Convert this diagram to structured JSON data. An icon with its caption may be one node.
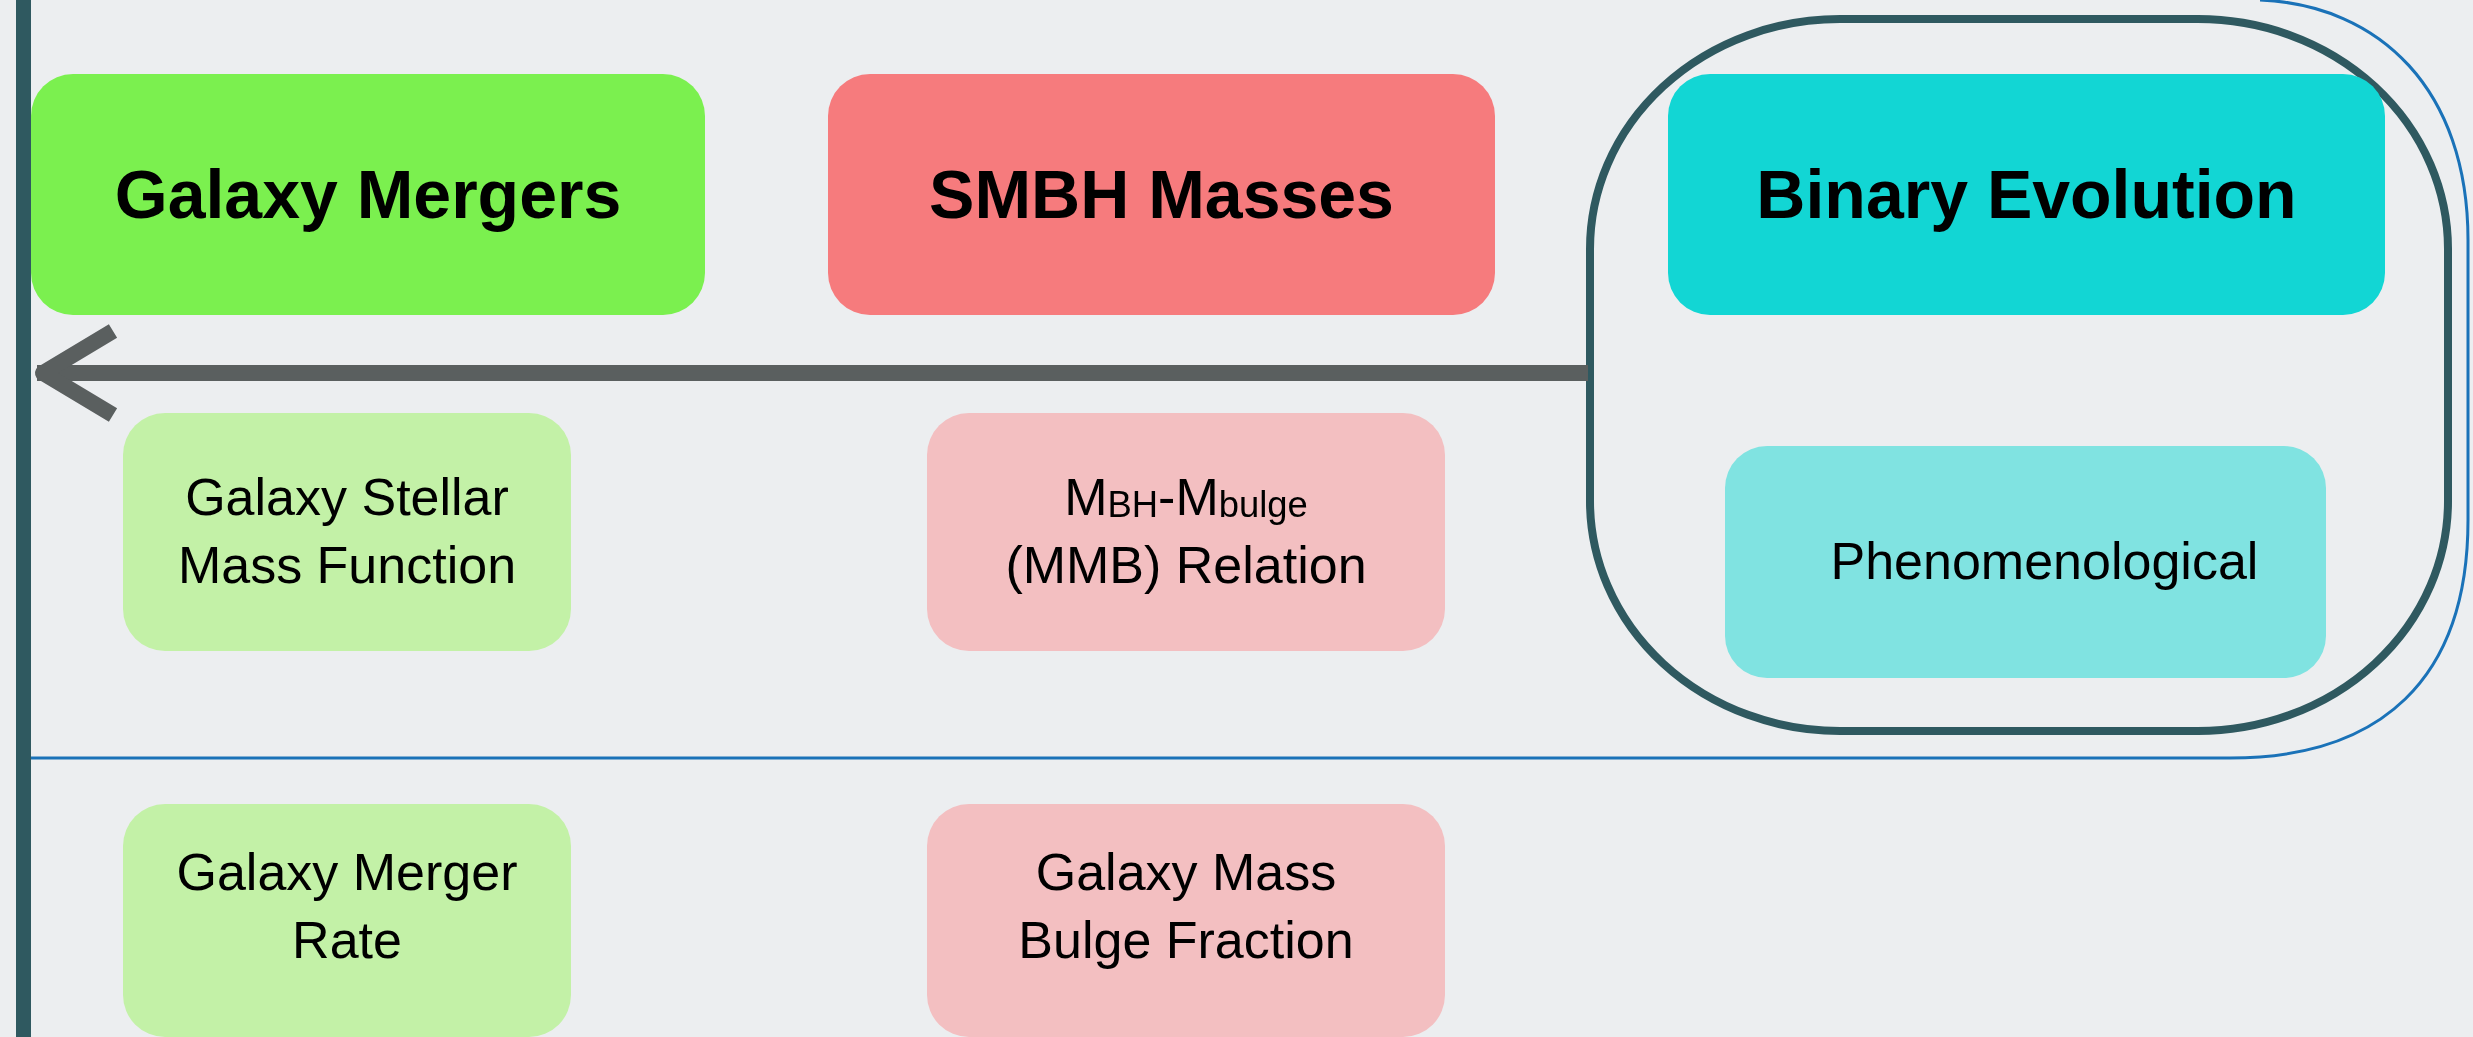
{
  "diagram": {
    "nodes": [
      {
        "text": [],
        "shape": "bar"
      },
      {
        "text": [
          "Galaxy Mergers"
        ]
      },
      {
        "text": [
          "SMBH Masses"
        ]
      },
      {
        "text": [],
        "shape": "box"
      },
      {
        "text": [
          "Binary Evolution"
        ],
        "in": 3
      },
      {
        "text": [
          "Galaxy Stellar Mass Function"
        ]
      },
      {
        "text": [
          "M$_{BH}$-M$_{bulge}$ (MMB) Relation"
        ]
      },
      {
        "text": [
          "Phenomenological"
        ],
        "in": 3
      },
      {
        "text": [
          "Galaxy Merger Rate"
        ]
      },
      {
        "text": [
          "Galaxy Mass Bulge Fraction"
        ]
      }
    ],
    "edges": [
      {
        "from": 3,
        "to": 0,
        "arrow": "to"
      }
    ]
  }
}
